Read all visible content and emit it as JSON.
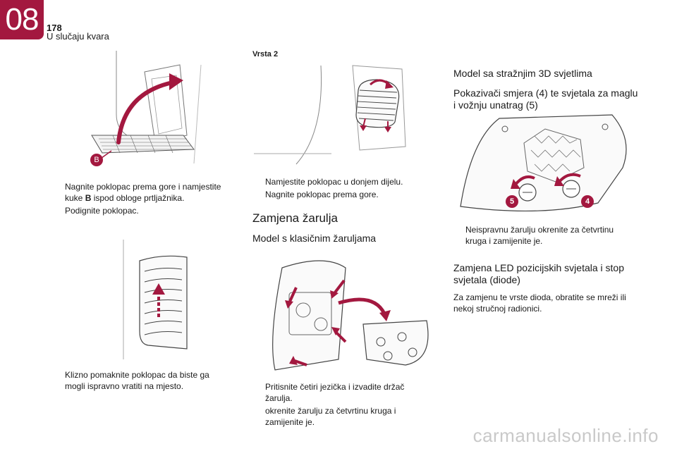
{
  "header": {
    "chapter_number": "08",
    "page_number": "178",
    "section_title": "U slučaju kvara"
  },
  "column1": {
    "bullets_a": [
      {
        "pre": "Nagnite poklopac prema gore i namjestite kuke ",
        "bold": "B",
        "post": " ispod obloge prtljažnika."
      },
      {
        "pre": "Podignite poklopac.",
        "bold": "",
        "post": ""
      }
    ],
    "bullets_b": [
      {
        "text": "Klizno pomaknite poklopac da biste ga mogli ispravno vratiti na mjesto."
      }
    ],
    "callout_b": "B"
  },
  "column2": {
    "type_heading": "Vrsta 2",
    "bullets_a": [
      {
        "text": "Namjestite poklopac u donjem dijelu."
      },
      {
        "text": "Nagnite poklopac prema gore."
      }
    ],
    "heading_replace": "Zamjena žarulja",
    "subheading_classic": "Model s klasičnim žaruljama",
    "bullets_b": [
      {
        "text": "Pritisnite četiri jezička i izvadite držač žarulja."
      },
      {
        "text": "okrenite žarulju za četvrtinu kruga i zamijenite je."
      }
    ]
  },
  "column3": {
    "heading_3d": "Model sa stražnjim 3D svjetlima",
    "subheading_indicators": "Pokazivači smjera (4) te svjetala za maglu i vožnju unatrag (5)",
    "callout_5": "5",
    "callout_4": "4",
    "bullets_a": [
      {
        "text": "Neispravnu žarulju okrenite za četvrtinu kruga i zamijenite je."
      }
    ],
    "subheading_led": "Zamjena LED pozicijskih svjetala i stop svjetala (diode)",
    "paragraph_led": "Za zamjenu te vrste dioda, obratite se mreži ili nekoj stručnoj radionici."
  },
  "bullet_symbol": "",
  "watermark": "carmanualsonline.info",
  "colors": {
    "accent": "#a3183f",
    "text": "#1a1a1a",
    "line": "#555555"
  }
}
